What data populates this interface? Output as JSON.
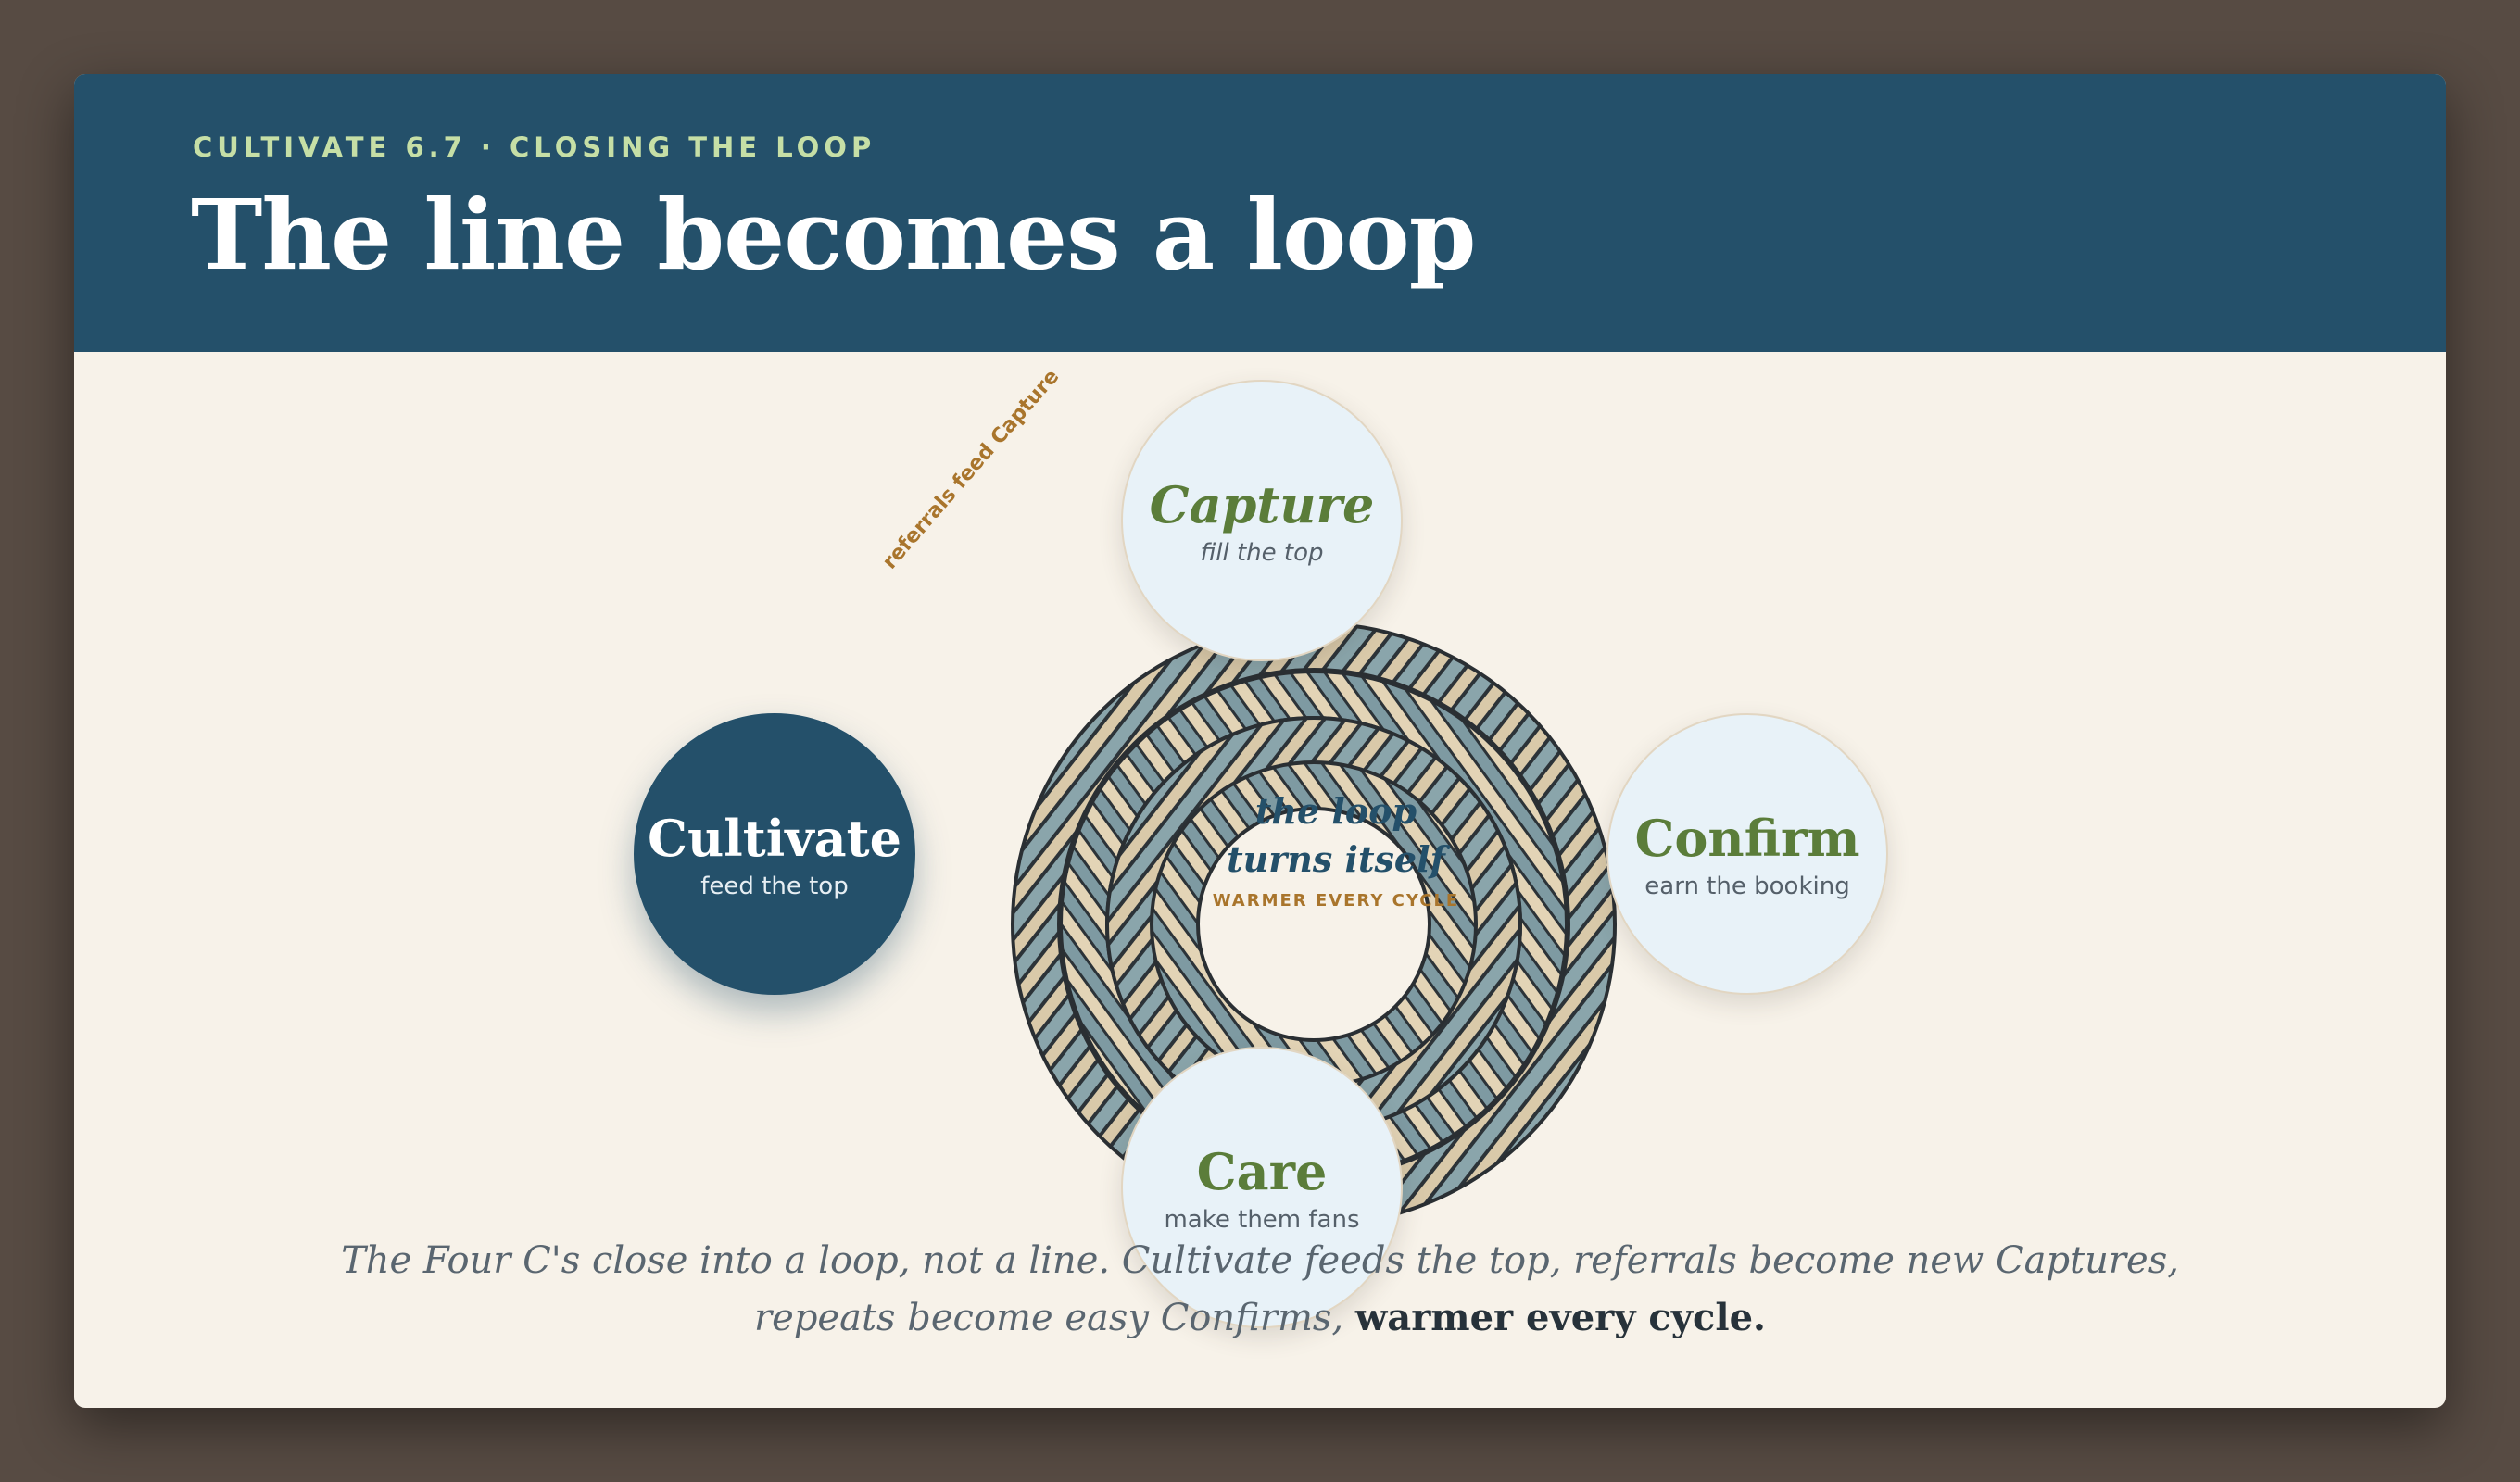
{
  "header": {
    "kicker": "CULTIVATE 6.7 · CLOSING THE LOOP",
    "title": "The line becomes a loop"
  },
  "diagram": {
    "center_title_line1": "the loop",
    "center_title_line2": "turns itself",
    "center_subtitle": "WARMER EVERY CYCLE",
    "annotation": "referrals feed Capture",
    "nodes": {
      "capture": {
        "name": "Capture",
        "desc": "fill the top"
      },
      "confirm": {
        "name": "Confirm",
        "desc": "earn the booking"
      },
      "care": {
        "name": "Care",
        "desc": "make them fans"
      },
      "cultivate": {
        "name": "Cultivate",
        "desc": "feed the top"
      }
    }
  },
  "caption": {
    "lead": "The Four C's close into a loop, not a line. Cultivate feeds the top, referrals become new Captures, repeats become easy Confirms,",
    "strong": "warmer every cycle."
  },
  "colors": {
    "header_bg": "#24506a",
    "slide_bg": "#f7f2e9",
    "accent_green": "#5b7d3a",
    "accent_amber": "#a9752c",
    "node_bg": "#e8f2f8"
  }
}
